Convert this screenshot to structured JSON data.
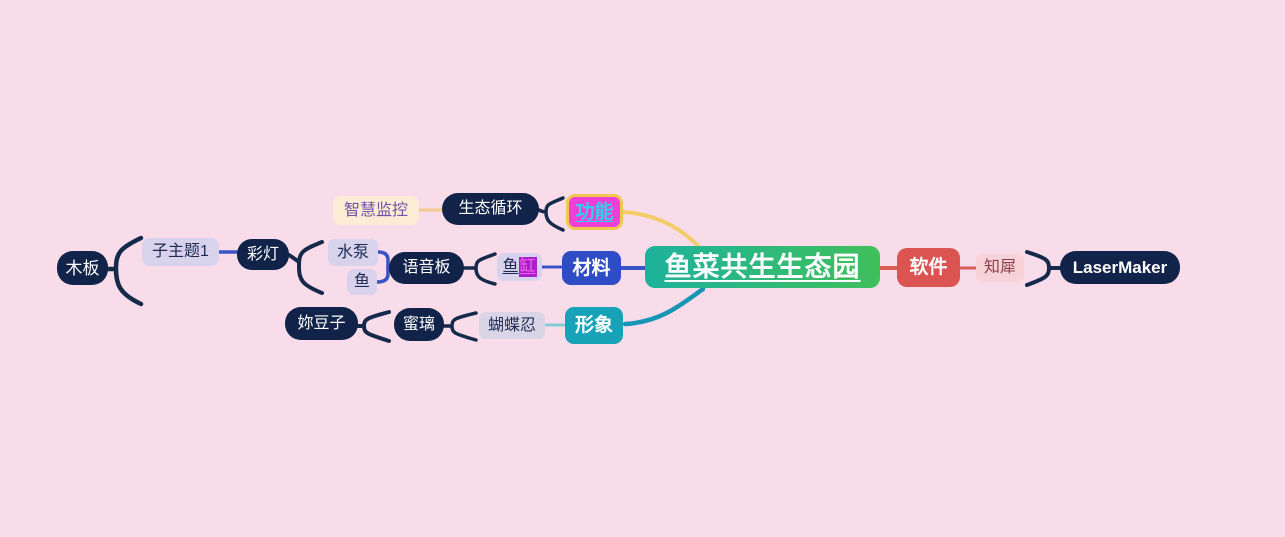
{
  "app": {
    "type": "mindmap-canvas"
  },
  "palette": {
    "canvas_background": "#f8dce9",
    "center_gradient_left": "#1eb29c",
    "center_gradient_right": "#40bf5a",
    "branch_gongneng_accent": "#f2cd69",
    "branch_cailiao_accent": "#3a53c6",
    "branch_xingxiang_accent": "#1795b5",
    "branch_ruanjian_accent": "#d95c55",
    "deep_link_color": "#15294b",
    "selected_border": "#f1c84f",
    "text_highlight_bg": "#a81fd0"
  },
  "selection": {
    "selected_topic": "功能",
    "highlighted_text": "缸"
  },
  "mindmap": {
    "root": {
      "label": "鱼菜共生生态园"
    },
    "branches": [
      {
        "label": "功能",
        "side": "left",
        "children": [
          {
            "label": "生态循环",
            "children": [
              {
                "label": "智慧监控"
              }
            ]
          }
        ]
      },
      {
        "label": "材料",
        "side": "left",
        "children": [
          {
            "label": "鱼缸",
            "segments": [
              {
                "text": "鱼",
                "highlighted": false
              },
              {
                "text": "缸",
                "highlighted": true
              }
            ],
            "children": [
              {
                "label": "语音板",
                "children": [
                  {
                    "label": "水泵",
                    "children": [
                      {
                        "label": "彩灯",
                        "children": [
                          {
                            "label": "子主题1",
                            "children": [
                              {
                                "label": "木板"
                              }
                            ]
                          }
                        ]
                      }
                    ]
                  },
                  {
                    "label": "鱼"
                  }
                ]
              }
            ]
          }
        ]
      },
      {
        "label": "形象",
        "side": "left",
        "children": [
          {
            "label": "蝴蝶忍",
            "children": [
              {
                "label": "蜜璃",
                "children": [
                  {
                    "label": "妳豆子"
                  }
                ]
              }
            ]
          }
        ]
      },
      {
        "label": "软件",
        "side": "right",
        "children": [
          {
            "label": "知犀",
            "children": [
              {
                "label": "LaserMaker"
              }
            ]
          }
        ]
      }
    ]
  }
}
